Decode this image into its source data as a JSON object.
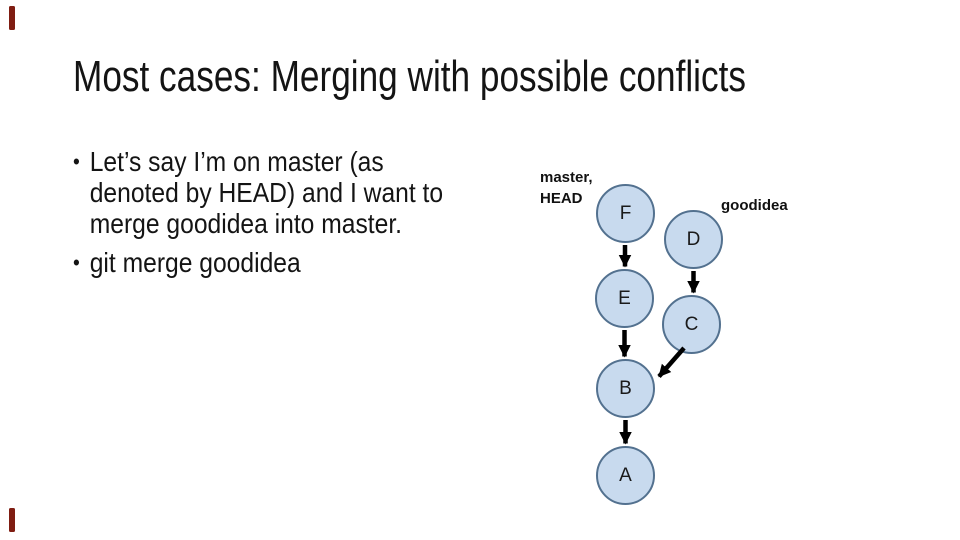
{
  "slide": {
    "title": "Most cases: Merging with possible conflicts",
    "background": "#ffffff",
    "accent_bar_color": "#7f1d12"
  },
  "body": {
    "bullet_glyph": "•",
    "bullet1_lines": [
      "Let’s say I’m on master (as",
      "denoted by HEAD) and I want to",
      "merge goodidea into master."
    ],
    "bullet2": "git merge goodidea"
  },
  "diagram": {
    "labels": {
      "master_head_line1": "master,",
      "master_head_line2": "HEAD",
      "branch": "goodidea"
    },
    "nodes": [
      {
        "id": "F",
        "label": "F"
      },
      {
        "id": "D",
        "label": "D"
      },
      {
        "id": "E",
        "label": "E"
      },
      {
        "id": "C",
        "label": "C"
      },
      {
        "id": "B",
        "label": "B"
      },
      {
        "id": "A",
        "label": "A"
      }
    ],
    "edges": [
      {
        "from": "F",
        "to": "E"
      },
      {
        "from": "D",
        "to": "C"
      },
      {
        "from": "E",
        "to": "B"
      },
      {
        "from": "C",
        "to": "B"
      },
      {
        "from": "B",
        "to": "A"
      }
    ],
    "colors": {
      "node_fill": "#c8daee",
      "node_stroke": "#53718f",
      "arrow": "#000000"
    }
  }
}
